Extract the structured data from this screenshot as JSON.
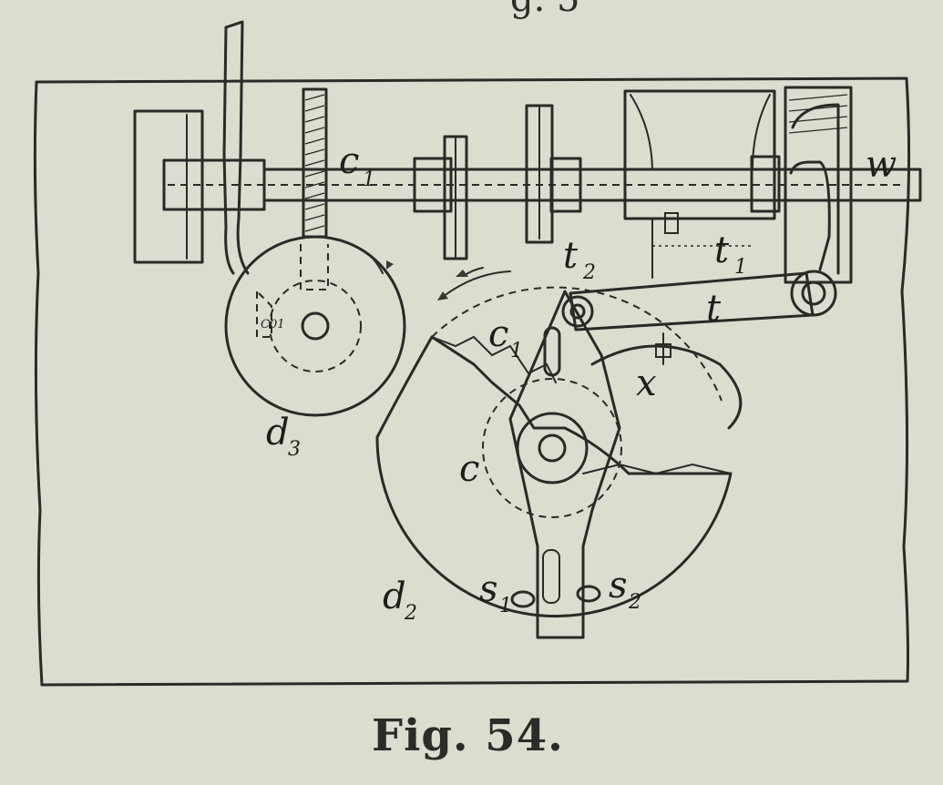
{
  "figure": {
    "caption": "Fig. 54.",
    "top_fragment": "g. 5",
    "labels": {
      "c": "c",
      "c_sub": "1",
      "w": "w",
      "t2": "t",
      "t2_sub": "2",
      "t1": "t",
      "t1_sub": "1",
      "t": "t",
      "c1": "c",
      "c1_sub": "1",
      "x": "x",
      "c_center": "c",
      "d3": "d",
      "d3_sub": "3",
      "d2": "d",
      "d2_sub": "2",
      "s1": "s",
      "s1_sub": "1",
      "s2": "s",
      "s2_sub": "2",
      "small_mark": "C01"
    }
  }
}
